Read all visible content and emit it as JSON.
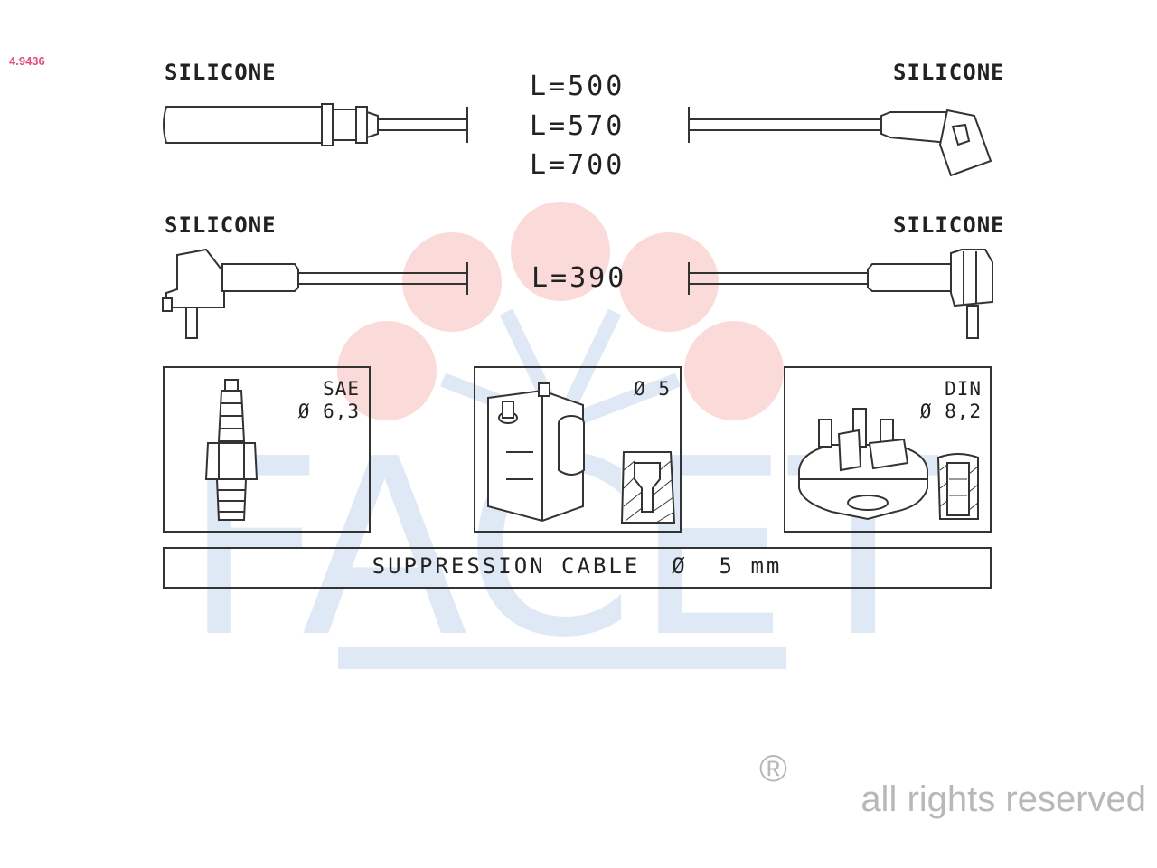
{
  "part_number": "4.9436",
  "cables": {
    "top_left_material": "SILICONE",
    "top_right_material": "SILICONE",
    "bottom_left_material": "SILICONE",
    "bottom_right_material": "SILICONE",
    "top_lengths": [
      "L=500",
      "L=570",
      "L=700"
    ],
    "bottom_length": "L=390"
  },
  "connectors": {
    "spark_plug": {
      "standard": "SAE",
      "diameter": "Ø 6,3"
    },
    "coil": {
      "diameter": "Ø 5"
    },
    "distributor": {
      "standard": "DIN",
      "diameter": "Ø 8,2"
    }
  },
  "cable_spec": "SUPPRESSION CABLE  Ø  5 mm",
  "brand": {
    "logo_text": "FACET",
    "logo_color": "#dfe9f5",
    "dot_color": "#fbdada"
  },
  "footer": {
    "registered_mark": "®",
    "copyright_text": "all rights reserved"
  }
}
